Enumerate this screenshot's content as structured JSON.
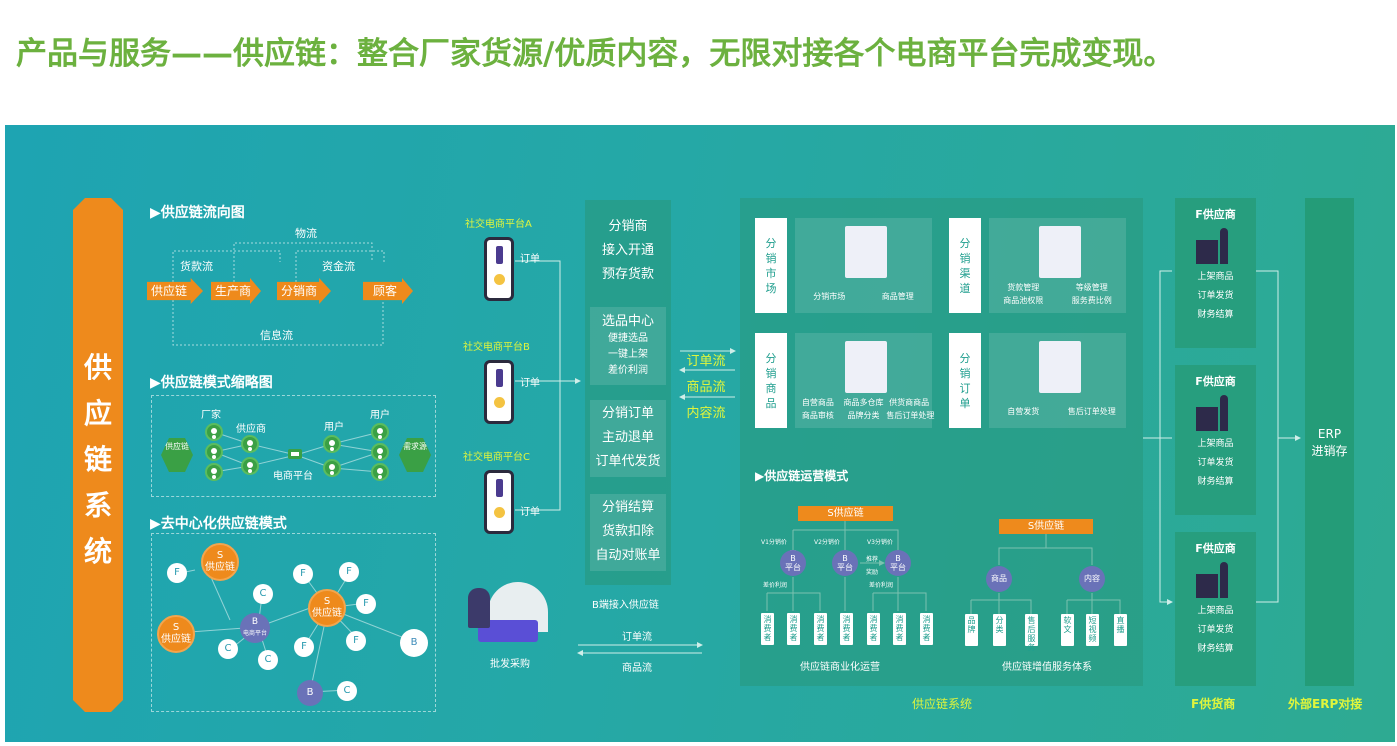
{
  "title": "产品与服务——供应链：整合厂家货源/优质内容，无限对接各个电商平台完成变现。",
  "colors": {
    "title": "#6cb13f",
    "panel": "#25a8a6",
    "orange": "#ee8a1c",
    "highlight": "#e0f53c",
    "node_purple": "#6a72b8",
    "node_green": "#3aa045"
  },
  "side_label": "供应链系统",
  "flow": {
    "heading": "▶供应链流向图",
    "nodes": [
      "供应链",
      "生产商",
      "分销商",
      "顾客"
    ],
    "logistics": "物流",
    "payment": "货款流",
    "funds": "资金流",
    "info": "信息流"
  },
  "model": {
    "heading": "▶供应链模式缩略图",
    "left_hex": "供应链",
    "right_hex": "需求源",
    "factory": "厂家",
    "supplier": "供应商",
    "platform": "电商平台",
    "user1": "用户",
    "user2": "用户"
  },
  "decentral": {
    "heading": "▶去中心化供应链模式",
    "s_label": "S\n供应链",
    "s": "S",
    "s_sub": "供应链",
    "b": "B",
    "b_sub": "电商平台",
    "f": "F",
    "c": "C"
  },
  "platforms": [
    {
      "label": "社交电商平台A",
      "order": "订单"
    },
    {
      "label": "社交电商平台B",
      "order": "订单"
    },
    {
      "label": "社交电商平台C",
      "order": "订单"
    }
  ],
  "middle_blocks": [
    {
      "lines": [
        "分销商",
        "接入开通",
        "预存货款"
      ]
    },
    {
      "title": "选品中心",
      "lines": [
        "便捷选品",
        "一键上架",
        "差价利润"
      ]
    },
    {
      "lines": [
        "分销订单",
        "主动退单",
        "订单代发货"
      ]
    },
    {
      "lines": [
        "分销结算",
        "货款扣除",
        "自动对账单"
      ]
    }
  ],
  "streams": [
    "订单流",
    "商品流",
    "内容流"
  ],
  "b_access": "B端接入供应链",
  "wholesale": {
    "label": "批发采购",
    "order_flow": "订单流",
    "goods_flow": "商品流"
  },
  "cards": [
    {
      "label": "分销市场",
      "items": [
        "分销市场",
        "商品管理"
      ]
    },
    {
      "label": "分销渠道",
      "items": [
        "货款管理",
        "等级管理",
        "商品池权限",
        "服务费比例"
      ]
    },
    {
      "label": "分销商品",
      "items": [
        "自营商品",
        "商品多仓库",
        "供货商商品",
        "商品审核",
        "品牌分类",
        "售后订单处理"
      ]
    },
    {
      "label": "分销订单",
      "items": [
        "自营发货",
        "售后订单处理"
      ]
    }
  ],
  "ops": {
    "heading": "▶供应链运营模式",
    "left": {
      "root": "S供应链",
      "prices": [
        "V1分销价",
        "V2分销价",
        "V3分销价"
      ],
      "b_node": "B\n平台",
      "b": "B",
      "b_sub": "平台",
      "recommend": "推荐",
      "reward": "奖励",
      "margin": "差价利润",
      "consumer": "消费者",
      "caption": "供应链商业化运营"
    },
    "right": {
      "root": "S供应链",
      "goods": "商品",
      "content": "内容",
      "goods_leaves": [
        "品牌",
        "分类",
        "售后服务"
      ],
      "content_leaves": [
        "软文",
        "短视频",
        "直播"
      ],
      "caption": "供应链增值服务体系"
    }
  },
  "system_label": "供应链系统",
  "suppliers": {
    "title": "F供应商",
    "items": [
      "上架商品",
      "订单发货",
      "财务结算"
    ],
    "count": 3,
    "footer": "F供货商"
  },
  "erp": {
    "line1": "ERP",
    "line2": "进销存",
    "footer": "外部ERP对接"
  }
}
